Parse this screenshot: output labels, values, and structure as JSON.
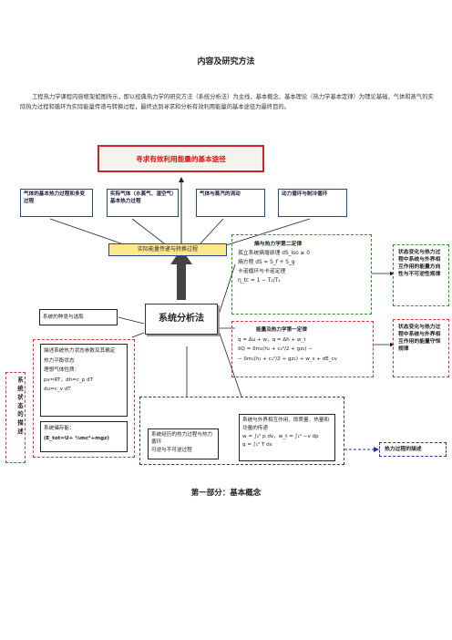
{
  "title": "内容及研究方法",
  "intro": "工程热力学课程内容框架如图所示，即以经典热力学的研究方法（系统分析法）为主线，基本概念、基本理论（热力学基本定律）为理论基础，气体和蒸气的实际热力过程和循环为实际能量传递与转换过程，最终达到寻求和分析有效利用能量的基本途径为最终目的。",
  "diagram": {
    "goal": "寻求有效利用能量的基本途径",
    "topics": [
      "气体的基本热力过程和多变过程",
      "实际气体（水蒸气、湿空气）基本热力过程",
      "气体与蒸汽的流动",
      "动力循环与制冷循环"
    ],
    "process_bar": "实际能量传递与转换过程",
    "second_law": {
      "heading": "熵与热力学第二定律",
      "lines": [
        "孤立系统熵增原理 dS_iso ≥ 0",
        "熵方程 dS = S_f + S_g",
        "卡诺循环与卡诺定理",
        "η_tc = 1 − T₂/T₁"
      ]
    },
    "first_law": {
      "heading": "能量及热力学第一定律",
      "lines": [
        "q = Δu + w，q = Δh + w_t",
        "δQ = δm₂(h₂ + c₂²/2 + gz₂) −",
        "− δm₁(h₁ + c₁²/2 + gz₁) + w_s + dE_cv"
      ]
    },
    "note_direction": "状态变化与热力过程中系统与外界相互作用的能量方向性与不可逆性规律",
    "note_conservation": "状态变化与热力过程中系统与外界相互作用的能量守恒规律",
    "system_types": "系统的种类与选取",
    "center": "系统分析法",
    "state_params": {
      "lines": [
        "描述系统热力状态参数及其确定",
        "热力平衡状态",
        "理想气体性质：",
        "pv=RT，dh=c_p dT",
        "du=c_v dT"
      ]
    },
    "stored_energy": {
      "lines": [
        "系统储存能：",
        "(E_tot=U+ ½mc²+mgz)"
      ]
    },
    "side_label": "系统状态的描述",
    "processes": {
      "lines": [
        "系统经历的热力过程与热力循环",
        "可逆与不可逆过程"
      ]
    },
    "interaction": {
      "lines": [
        "系统与外界相互作用，即质量、热量和功量的传递",
        "w = ∫₁² p dv，w_t = ∫₁² −v dp",
        "q = ∫₁² T ds"
      ]
    },
    "process_desc": "热力过程的描述"
  },
  "caption": "第一部分：基本概念",
  "colors": {
    "goal_border": "#cc2222",
    "goal_text": "#dd1111",
    "topic_border": "#2244aa",
    "green_dash": "#2a9a2a",
    "red_dash": "#dd3333",
    "blue_dash": "#2233aa",
    "bar_fill": "#fde98a"
  }
}
